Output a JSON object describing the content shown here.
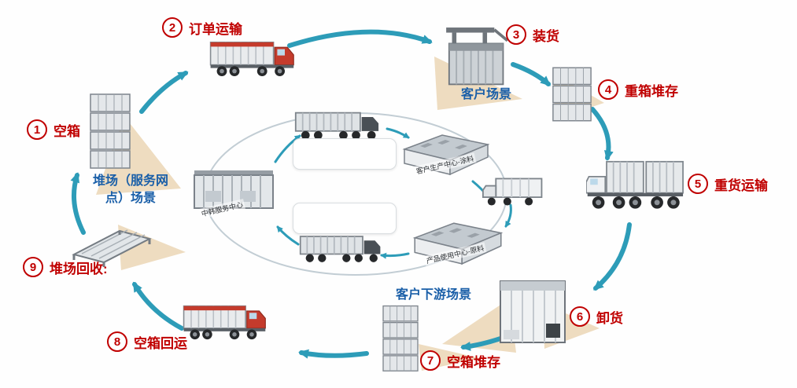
{
  "diagram": {
    "steps": [
      {
        "num": "1",
        "label": "空箱"
      },
      {
        "num": "2",
        "label": "订单运输"
      },
      {
        "num": "3",
        "label": "装货"
      },
      {
        "num": "4",
        "label": "重箱堆存"
      },
      {
        "num": "5",
        "label": "重货运输"
      },
      {
        "num": "6",
        "label": "卸货"
      },
      {
        "num": "7",
        "label": "空箱堆存"
      },
      {
        "num": "8",
        "label": "空箱回运"
      },
      {
        "num": "9",
        "label": "堆场回收:"
      }
    ],
    "scenes": {
      "yard": "堆场（服务网点）场景",
      "customer": "客户场景",
      "downstream": "客户下游场景"
    },
    "center": {
      "service_center": "中韩服务中心",
      "factory_top": "客户生产中心-涂料",
      "factory_bottom": "产品使用中心-原料"
    },
    "colors": {
      "step_red": "#c00000",
      "scene_blue": "#1a5fa8",
      "arrow_teal": "#2d9cb8",
      "fan_beige": "#eedcc0"
    }
  }
}
